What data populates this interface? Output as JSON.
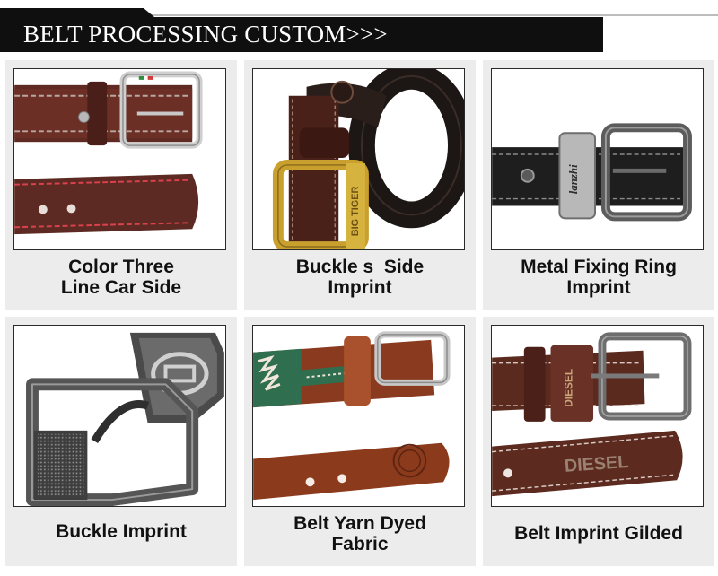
{
  "header": {
    "title": "BELT PROCESSING CUSTOM>>>"
  },
  "cards": [
    {
      "lines": [
        "Color Three",
        "Line Car Side"
      ]
    },
    {
      "lines": [
        "Buckle s  Side",
        "Imprint"
      ]
    },
    {
      "lines": [
        "Metal Fixing Ring",
        "Imprint"
      ]
    },
    {
      "lines": [
        "Buckle Imprint"
      ]
    },
    {
      "lines": [
        "Belt Yarn Dyed",
        "Fabric"
      ]
    },
    {
      "lines": [
        "Belt Imprint Gilded"
      ]
    }
  ],
  "imprints": {
    "buckle_side": "BIG TIGER",
    "fixing_ring": "lanzhi",
    "gilded": "DIESEL"
  },
  "colors": {
    "banner": "#0f0f0f",
    "card_bg": "#ececec",
    "belt_brown": "#6b2f22",
    "belt_black": "#1e1e1e",
    "gold": "#c9a02e",
    "yarn_green": "#2f6e4f",
    "stitch_red": "#d9414e"
  }
}
